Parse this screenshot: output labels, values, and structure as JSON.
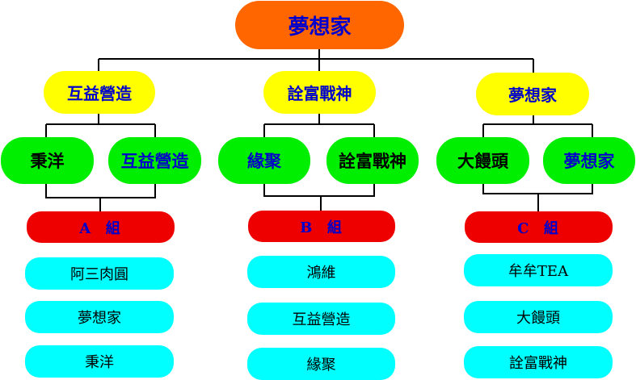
{
  "root": {
    "label": "夢想家"
  },
  "groups": [
    {
      "team": "互益營造",
      "members": [
        "秉洋",
        "互益營造"
      ],
      "member_colors": [
        "#000000",
        "#0000cc"
      ],
      "bracket_label": "A  組",
      "entries": [
        "阿三肉圓",
        "夢想家",
        "秉洋"
      ]
    },
    {
      "team": "詮富戰神",
      "members": [
        "緣聚",
        "詮富戰神"
      ],
      "member_colors": [
        "#0000cc",
        "#000000"
      ],
      "bracket_label": "B  組",
      "entries": [
        "鴻維",
        "互益營造",
        "緣聚"
      ]
    },
    {
      "team": "夢想家",
      "members": [
        "大饅頭",
        "夢想家"
      ],
      "member_colors": [
        "#000000",
        "#0000cc"
      ],
      "bracket_label": "C  組",
      "entries": [
        "牟牟TEA",
        "大饅頭",
        "詮富戰神"
      ]
    }
  ],
  "colors": {
    "root": "#ff6600",
    "team": "#ffff00",
    "member": "#00ee00",
    "bracket": "#ee0000",
    "entry": "#00ffff",
    "connector": "#000000"
  }
}
